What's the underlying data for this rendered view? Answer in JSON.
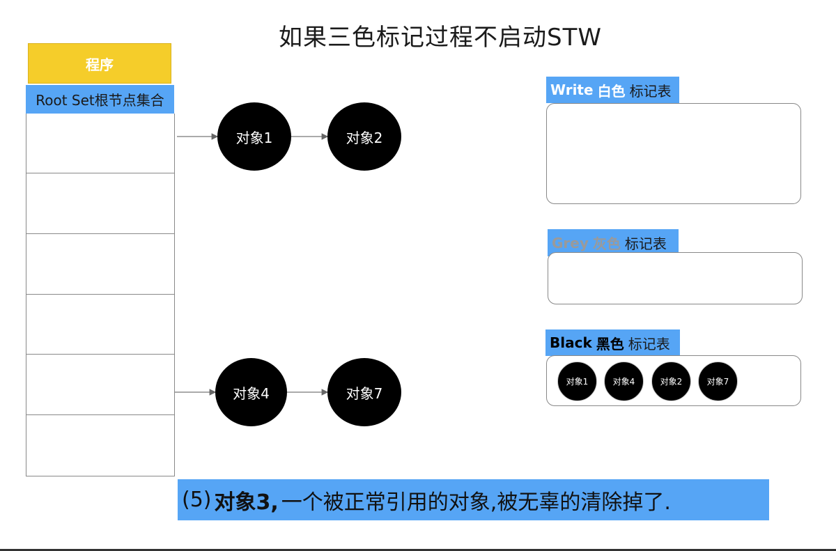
{
  "title": "如果三色标记过程不启动STW",
  "program": {
    "label": "程序"
  },
  "root_set": {
    "label": "Root Set根节点集合"
  },
  "nodes": {
    "obj1": "对象1",
    "obj2": "对象2",
    "obj4": "对象4",
    "obj7": "对象7"
  },
  "tables": {
    "white": {
      "en": "Write",
      "cn_color": "白色",
      "cn_rest": "标记表"
    },
    "grey": {
      "en": "Grey",
      "cn_color": "灰色",
      "cn_rest": "标记表"
    },
    "black": {
      "en": "Black",
      "cn_color": "黑色",
      "cn_rest": "标记表",
      "items": [
        "对象1",
        "对象4",
        "对象2",
        "对象7"
      ]
    }
  },
  "caption": {
    "prefix": "(5)",
    "strong": "对象3,",
    "rest": "一个被正常引用的对象,被无辜的清除掉了."
  },
  "colors": {
    "program_fill": "#f5cd2a",
    "label_blue": "#56a5f5",
    "node_fill": "#000000"
  }
}
